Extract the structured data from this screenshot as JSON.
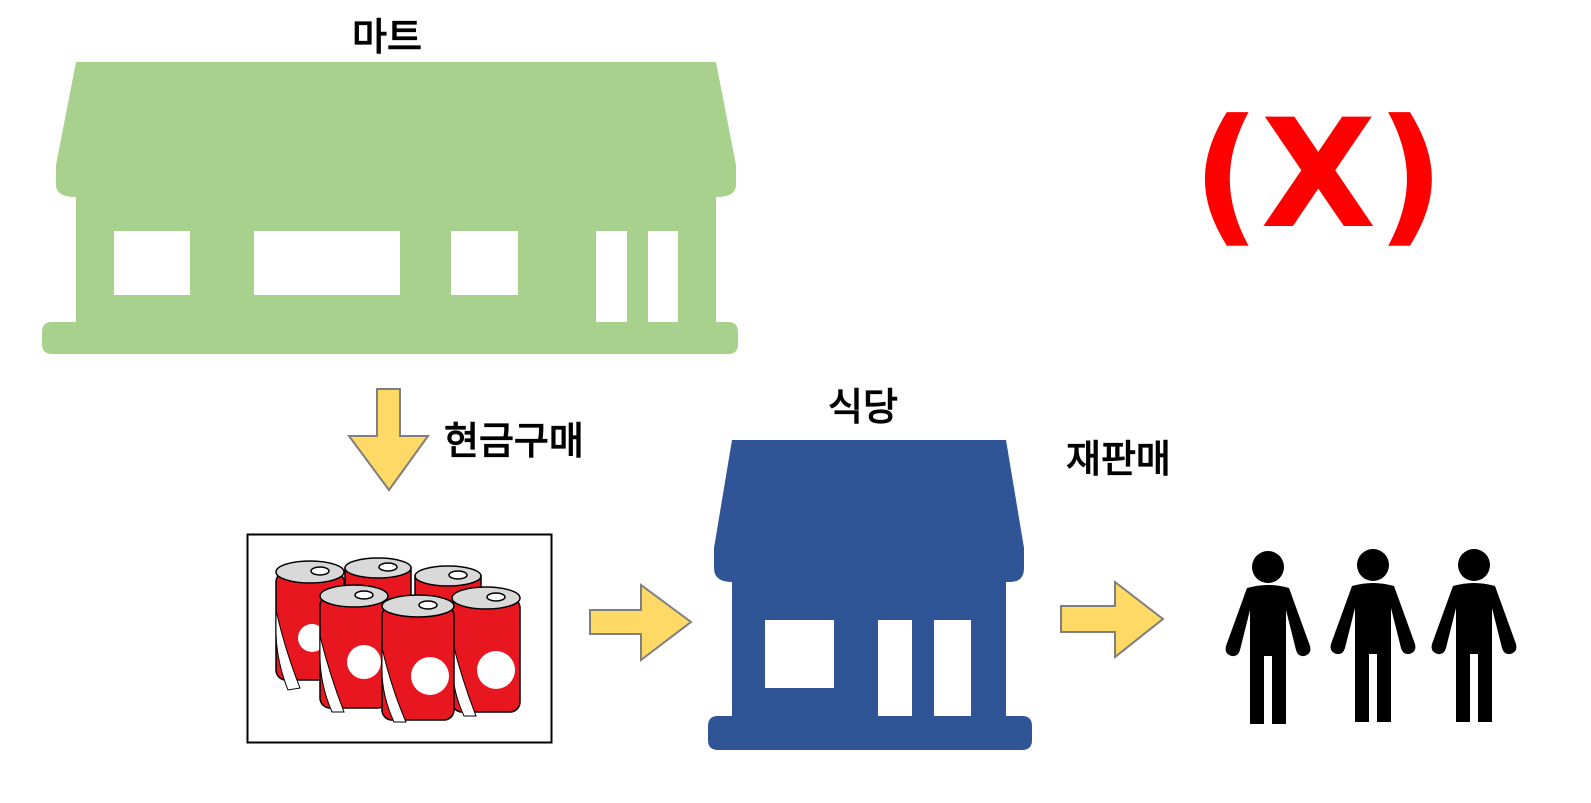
{
  "labels": {
    "mart": "마트",
    "cash_purchase": "현금구매",
    "restaurant": "식당",
    "resale": "재판매",
    "forbidden_mark": "(X)"
  },
  "colors": {
    "mart": "#a9d18e",
    "restaurant": "#2f5597",
    "arrow_fill": "#ffd966",
    "arrow_stroke": "#7f7f7f",
    "can_red": "#e8171f",
    "forbidden": "#ff0000",
    "person": "#000000"
  },
  "icons": [
    "store-icon",
    "can-pack-icon",
    "restaurant-icon",
    "person-icon",
    "arrow-icon"
  ]
}
